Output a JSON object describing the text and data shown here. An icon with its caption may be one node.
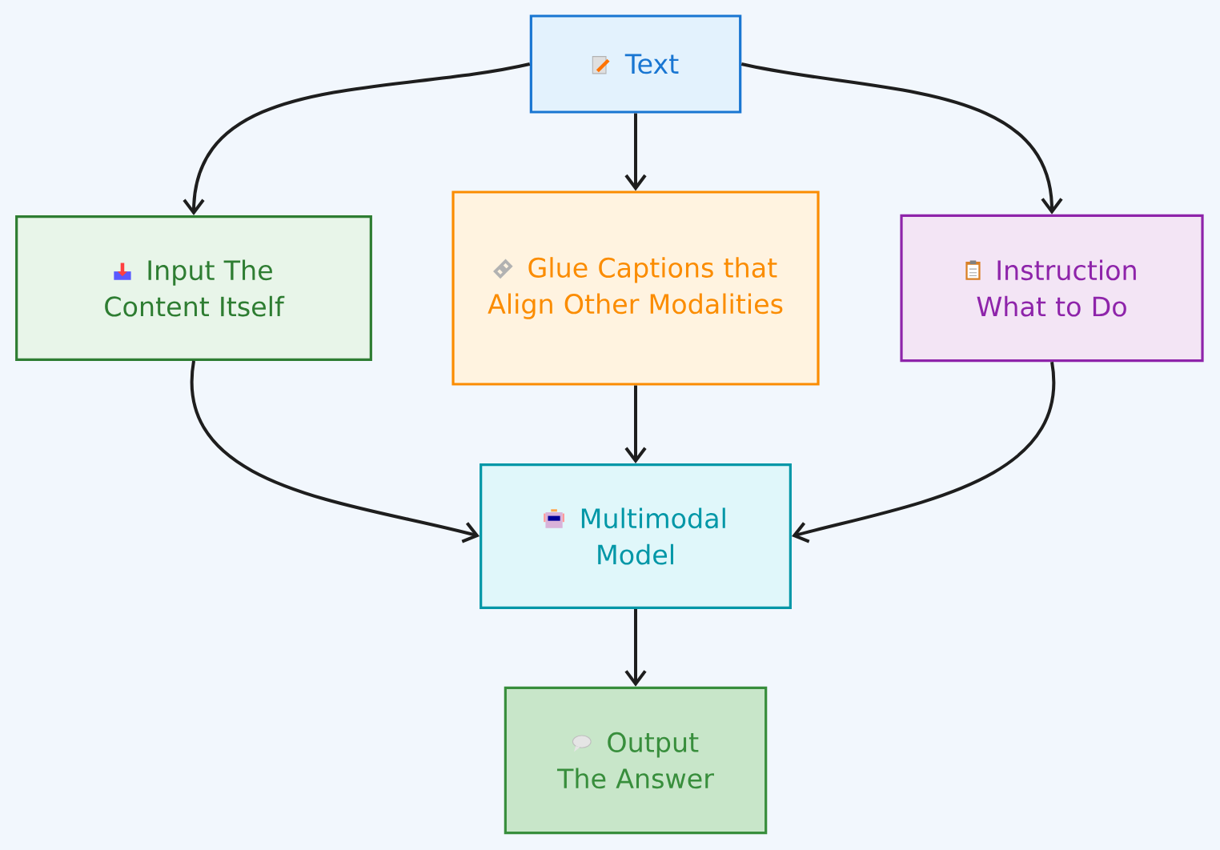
{
  "diagram": {
    "nodes": [
      {
        "text": [
          "Text"
        ]
      },
      {
        "text": [
          "Input The Content Itself"
        ]
      },
      {
        "text": [
          "Glue Captions that Align Other Modalities"
        ]
      },
      {
        "text": [
          "Instruction What to Do"
        ]
      },
      {
        "text": [
          "Multimodal Model"
        ]
      },
      {
        "text": [
          "Output The Answer"
        ]
      }
    ],
    "edges": [
      {
        "from": 0,
        "to": 1,
        "arrow": "to"
      },
      {
        "from": 0,
        "to": 2,
        "arrow": "to"
      },
      {
        "from": 0,
        "to": 3,
        "arrow": "to"
      },
      {
        "from": 1,
        "to": 4,
        "arrow": "to"
      },
      {
        "from": 2,
        "to": 4,
        "arrow": "to"
      },
      {
        "from": 3,
        "to": 4,
        "arrow": "to"
      },
      {
        "from": 4,
        "to": 5,
        "arrow": "to"
      }
    ]
  }
}
